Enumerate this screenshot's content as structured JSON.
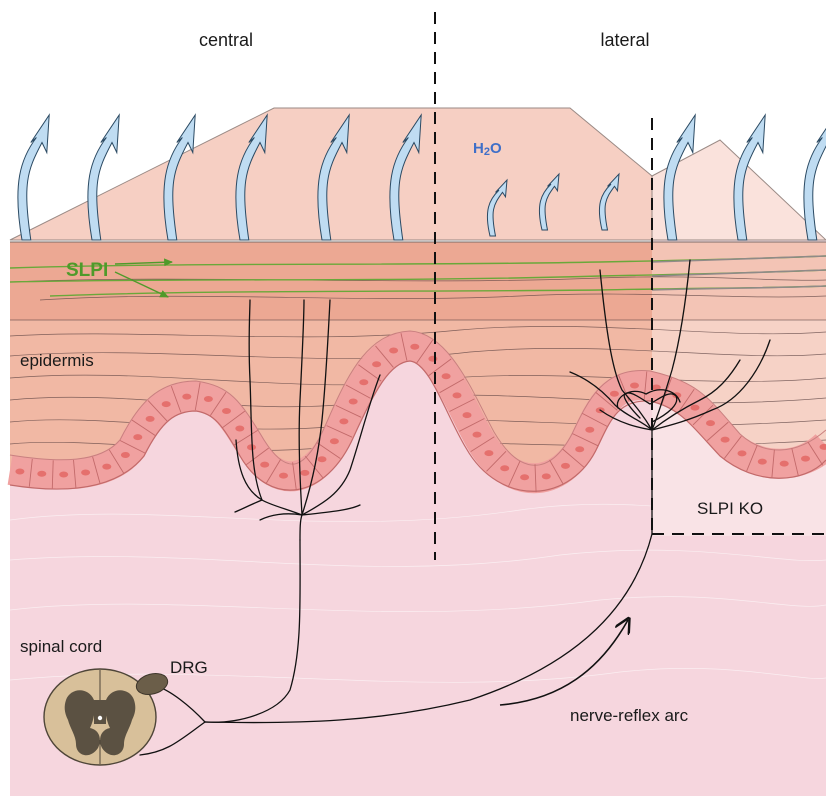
{
  "labels": {
    "central": "central",
    "lateral": "lateral",
    "h2o_prefix": "H",
    "h2o_subscript": "2",
    "h2o_suffix": "O",
    "slpi": "SLPI",
    "epidermis": "epidermis",
    "slpi_ko": "SLPI KO",
    "spinal_cord": "spinal cord",
    "drg": "DRG",
    "nerve_reflex_arc": "nerve-reflex arc"
  },
  "colors": {
    "stratum_corneum": "#f6cfc3",
    "epidermis": "#f1b8a4",
    "dermis": "#f6d6de",
    "basal_cell": "#f0a1a0",
    "cell_nucleus": "#e5706d",
    "water_arrow": "#bfdcf2",
    "slpi_fiber": "#6aa83a",
    "ko_region": "#f9e3e6",
    "spinal_gray_matter": "#5b5142",
    "spinal_white_matter": "#d8c09a",
    "drg": "#6b5e49"
  }
}
